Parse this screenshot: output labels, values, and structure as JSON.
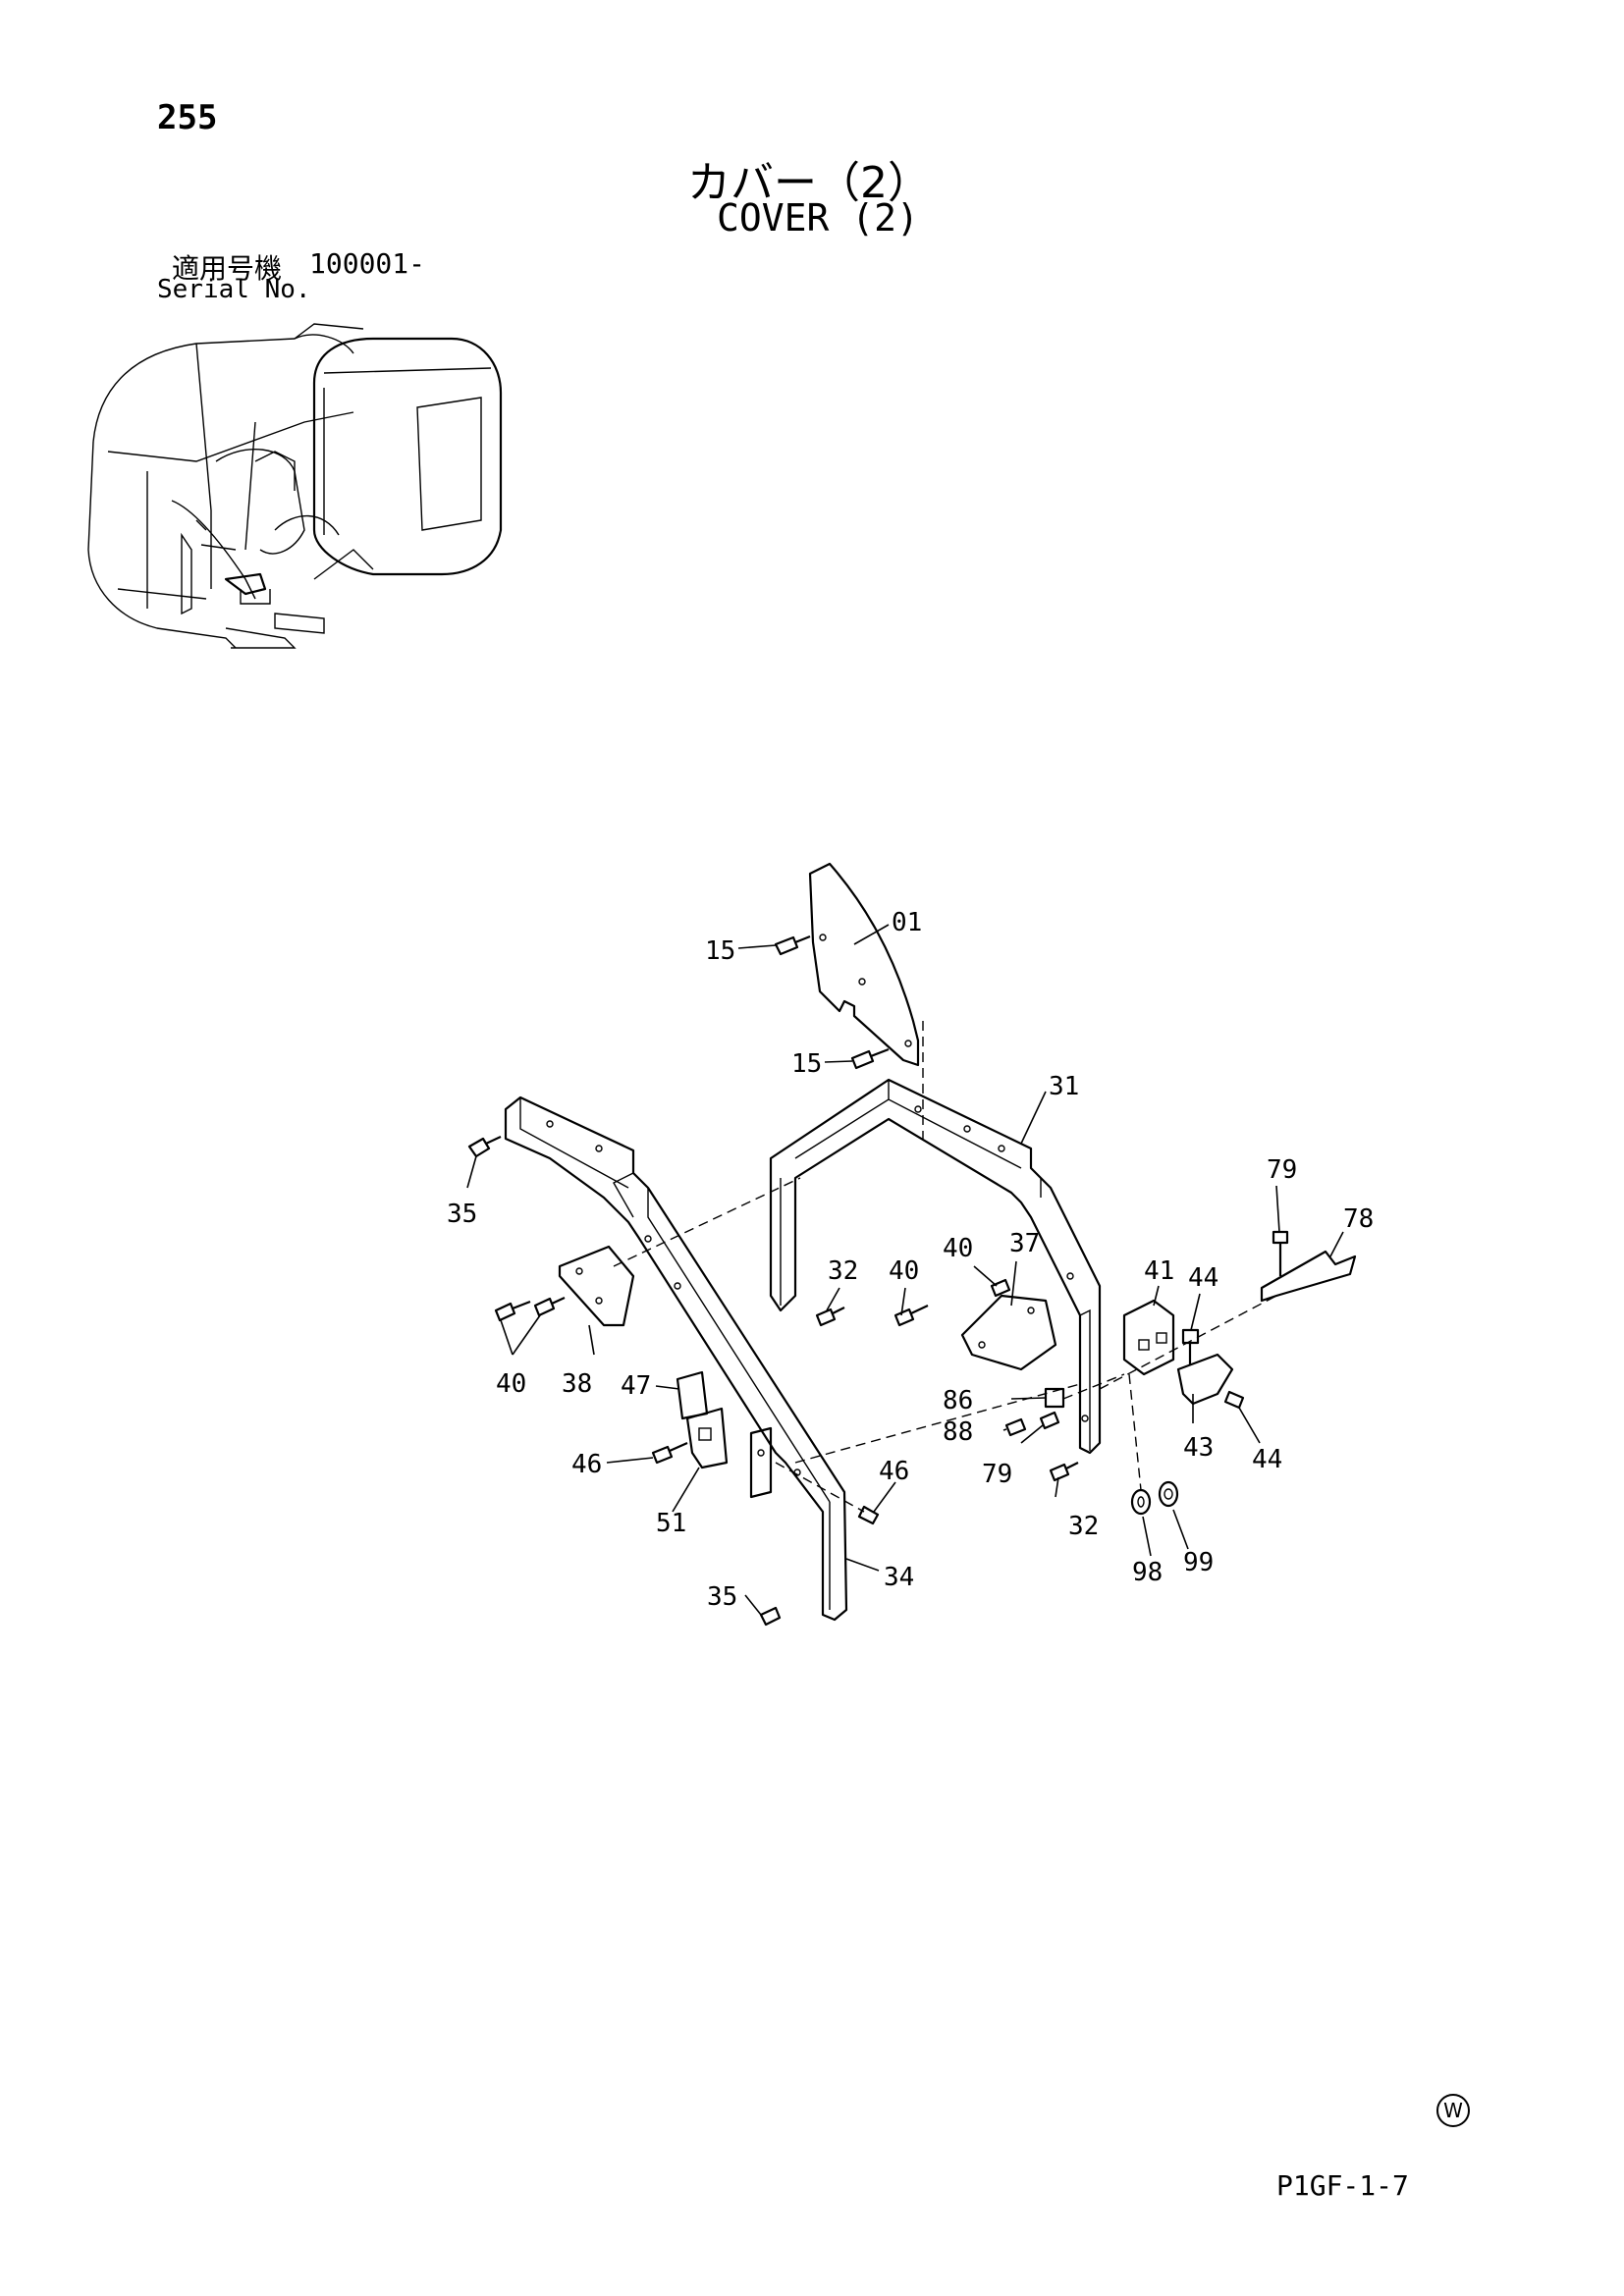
{
  "header": {
    "page_number": "255",
    "title_jp": "カバー（2）",
    "title_en": "COVER (2)",
    "serial_label_jp": "適用号機",
    "serial_value": "100001-",
    "serial_label_en": "Serial No."
  },
  "footer": {
    "code": "P1GF-1-7",
    "mark": "W"
  },
  "callouts": {
    "c01": "01",
    "c15a": "15",
    "c15b": "15",
    "c31": "31",
    "c35a": "35",
    "c35b": "35",
    "c32a": "32",
    "c32b": "32",
    "c40a": "40",
    "c40b": "40",
    "c37": "37",
    "c38": "38",
    "c41": "41",
    "c44a": "44",
    "c44b": "44",
    "c43": "43",
    "c79a": "79",
    "c79b": "79",
    "c78": "78",
    "c47": "47",
    "c46a": "46",
    "c46b": "46",
    "c51": "51",
    "c86": "86",
    "c88": "88",
    "c34": "34",
    "c98": "98",
    "c99": "99"
  }
}
